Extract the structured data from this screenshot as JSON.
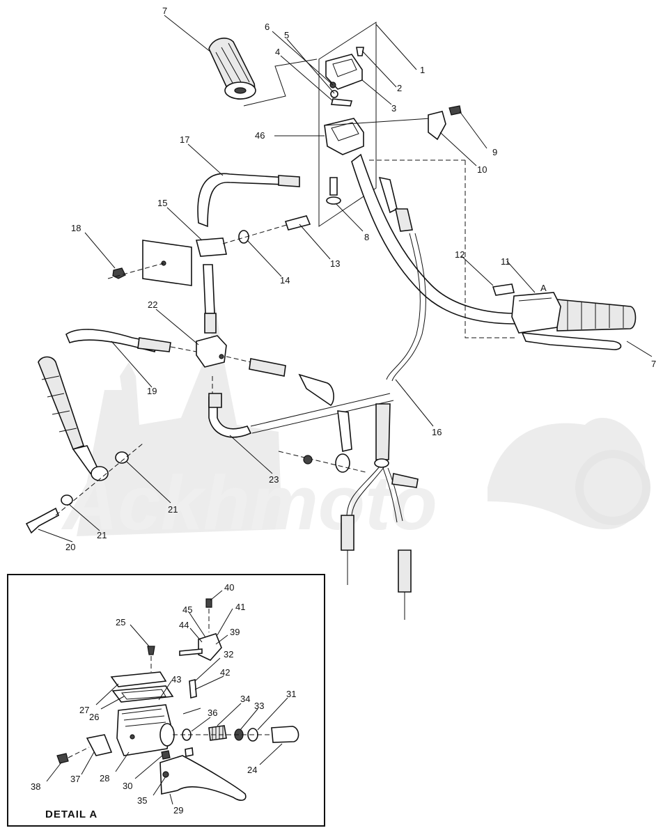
{
  "diagram": {
    "watermark_text": "Ackhmoto",
    "detail_title": "DETAIL A",
    "detail_marker": "A",
    "callouts": {
      "c1": "1",
      "c2": "2",
      "c3": "3",
      "c4": "4",
      "c5": "5",
      "c6": "6",
      "c7a": "7",
      "c7b": "7",
      "c8": "8",
      "c9": "9",
      "c10": "10",
      "c11": "11",
      "c12": "12",
      "c13": "13",
      "c14": "14",
      "c15": "15",
      "c16": "16",
      "c17": "17",
      "c18": "18",
      "c19": "19",
      "c20": "20",
      "c21a": "21",
      "c21b": "21",
      "c22": "22",
      "c23": "23",
      "c24": "24",
      "c25": "25",
      "c26": "26",
      "c27": "27",
      "c28": "28",
      "c29": "29",
      "c30": "30",
      "c31": "31",
      "c32": "32",
      "c33": "33",
      "c34": "34",
      "c35": "35",
      "c36": "36",
      "c37": "37",
      "c38": "38",
      "c39": "39",
      "c40": "40",
      "c41": "41",
      "c42": "42",
      "c43": "43",
      "c44": "44",
      "c45": "45",
      "c46": "46"
    }
  }
}
